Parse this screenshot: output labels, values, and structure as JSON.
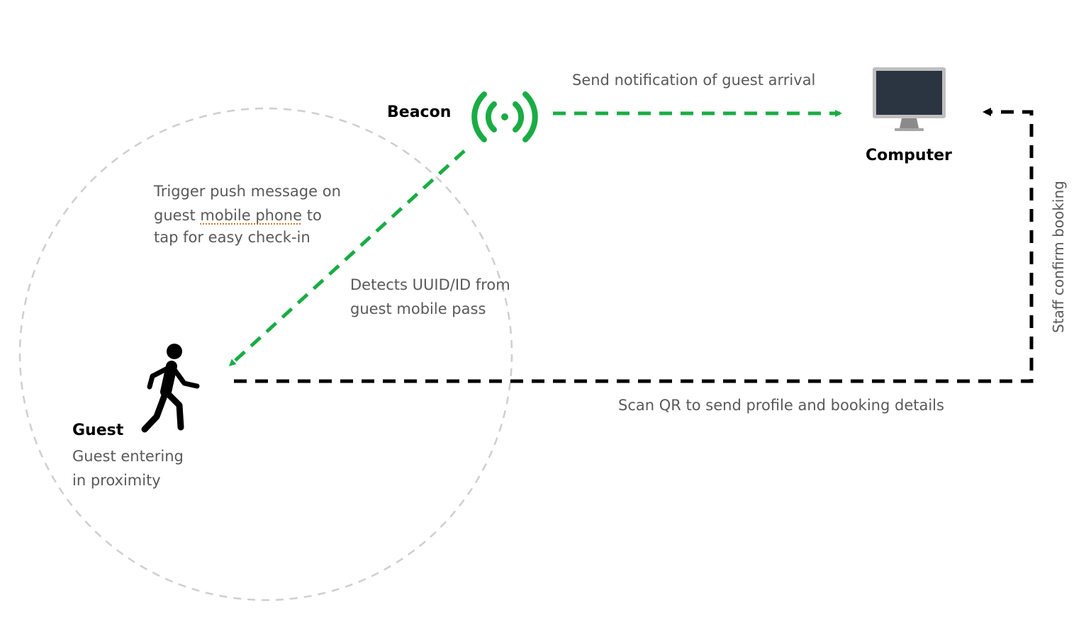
{
  "nodes": {
    "beacon": {
      "label": "Beacon",
      "icon": "wifi-broadcast-icon",
      "color": "#1aac44"
    },
    "computer": {
      "label": "Computer",
      "icon": "desktop-monitor-icon"
    },
    "guest": {
      "label": "Guest",
      "icon": "walking-person-icon",
      "caption_line1": "Guest entering",
      "caption_line2": "in proximity"
    }
  },
  "zone": {
    "name": "proximity-range",
    "style": "dashed-circle",
    "color": "#cfcfcf"
  },
  "edges": {
    "beacon_to_computer": {
      "label": "Send notification of guest arrival",
      "color": "#1aac44",
      "style": "dashed"
    },
    "beacon_to_guest": {
      "label_line1": "Trigger push message on",
      "label_line2_pre": "guest ",
      "label_line2_mark": "mobile phone",
      "label_line2_post": " to",
      "label_line3": "tap for easy check-in",
      "color": "#1aac44",
      "style": "dashed"
    },
    "guest_detect": {
      "label_line1": "Detects UUID/ID from",
      "label_line2": "guest mobile pass"
    },
    "guest_to_computer": {
      "label": "Scan QR to send profile and booking details",
      "color": "#000000",
      "style": "dashed"
    },
    "computer_confirm": {
      "label": "Staff confirm booking",
      "color": "#000000",
      "style": "dashed"
    }
  }
}
